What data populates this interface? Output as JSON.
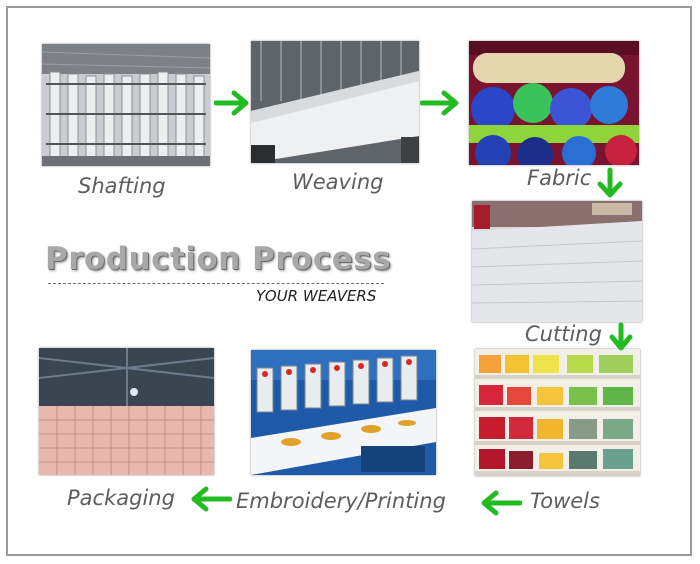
{
  "diagram": {
    "title": "Production Process",
    "subtitle": "YOUR WEAVERS",
    "accent_color": "#22bb22",
    "steps": [
      {
        "label": "Shafting",
        "photo": "shafting-photo"
      },
      {
        "label": "Weaving",
        "photo": "weaving-photo"
      },
      {
        "label": "Fabric",
        "photo": "fabric-rolls-photo"
      },
      {
        "label": "Cutting",
        "photo": "cutting-table-photo"
      },
      {
        "label": "Towels",
        "photo": "towel-shelves-photo"
      },
      {
        "label": "Embroidery/Printing",
        "photo": "embroidery-machine-photo"
      },
      {
        "label": "Packaging",
        "photo": "packaging-warehouse-photo"
      }
    ],
    "arrows": [
      "right",
      "right",
      "down",
      "down",
      "left",
      "left"
    ]
  }
}
